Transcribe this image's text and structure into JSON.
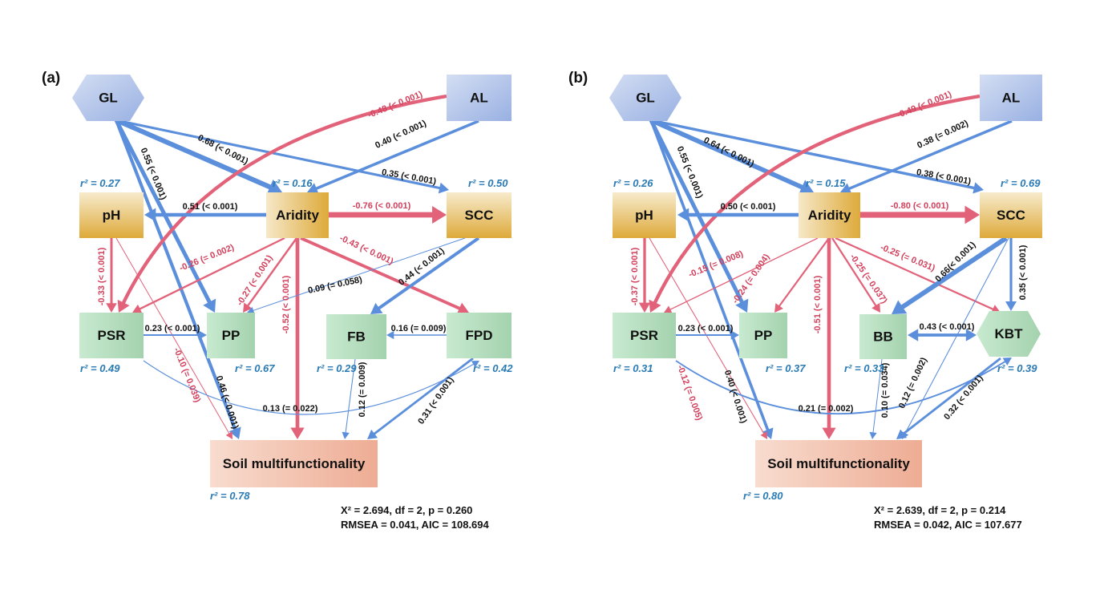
{
  "colors": {
    "positive": "#5b8fdc",
    "negative": "#e2627a",
    "negative_text": "#d2405c",
    "positive_text": "#111111",
    "r2_text": "#2a7bb5"
  },
  "panels": [
    {
      "id": "a",
      "label": "(a)",
      "nodes": [
        {
          "id": "GL",
          "label": "GL",
          "style": "blue"
        },
        {
          "id": "AL",
          "label": "AL",
          "style": "blue"
        },
        {
          "id": "pH",
          "label": "pH",
          "style": "gold",
          "r2": "r² = 0.27"
        },
        {
          "id": "Aridity",
          "label": "Aridity",
          "style": "gold-h",
          "r2": "r² = 0.16"
        },
        {
          "id": "SCC",
          "label": "SCC",
          "style": "gold",
          "r2": "r² = 0.50"
        },
        {
          "id": "PSR",
          "label": "PSR",
          "style": "green",
          "r2": "r² = 0.49"
        },
        {
          "id": "PP",
          "label": "PP",
          "style": "green",
          "r2": "r² = 0.67"
        },
        {
          "id": "FB",
          "label": "FB",
          "style": "green",
          "r2": "r² = 0.29"
        },
        {
          "id": "FPD",
          "label": "FPD",
          "style": "green",
          "r2": "r² = 0.42"
        },
        {
          "id": "Soil",
          "label": "Soil multifunctionality",
          "style": "soil",
          "r2": "r² = 0.78"
        }
      ],
      "edges": [
        {
          "from": "GL",
          "to": "Aridity",
          "label": "0.68 (< 0.001)",
          "sign": "positive"
        },
        {
          "from": "GL",
          "to": "SCC",
          "label": "0.35 (< 0.001)",
          "sign": "positive"
        },
        {
          "from": "GL",
          "to": "PP",
          "label": "0.55 (< 0.001)",
          "sign": "positive"
        },
        {
          "from": "GL",
          "to": "Soil",
          "label": "0.46 (< 0.001)",
          "sign": "positive"
        },
        {
          "from": "AL",
          "to": "Aridity",
          "label": "0.40 (< 0.001)",
          "sign": "positive"
        },
        {
          "from": "AL",
          "to": "PSR",
          "label": "-0.48 (< 0.001)",
          "sign": "negative"
        },
        {
          "from": "Aridity",
          "to": "pH",
          "label": "0.51 (< 0.001)",
          "sign": "positive"
        },
        {
          "from": "Aridity",
          "to": "SCC",
          "label": "-0.76 (< 0.001)",
          "sign": "negative"
        },
        {
          "from": "pH",
          "to": "PSR",
          "label": "-0.33 (< 0.001)",
          "sign": "negative"
        },
        {
          "from": "pH",
          "to": "Soil",
          "label": "-0.10 (= 0.039)",
          "sign": "negative"
        },
        {
          "from": "Aridity",
          "to": "PSR",
          "label": "-0.26 (= 0.002)",
          "sign": "negative"
        },
        {
          "from": "Aridity",
          "to": "PP",
          "label": "-0.27 (< 0.001)",
          "sign": "negative"
        },
        {
          "from": "Aridity",
          "to": "Soil",
          "label": "-0.52 (< 0.001)",
          "sign": "negative"
        },
        {
          "from": "Aridity",
          "to": "FPD",
          "label": "-0.43 (< 0.001)",
          "sign": "negative"
        },
        {
          "from": "SCC",
          "to": "PP",
          "label": "0.09 (= 0.058)",
          "sign": "positive"
        },
        {
          "from": "SCC",
          "to": "FB",
          "label": "0.44 (< 0.001)",
          "sign": "positive"
        },
        {
          "from": "PSR",
          "to": "PP",
          "label": "0.23 (< 0.001)",
          "sign": "positive"
        },
        {
          "from": "PSR",
          "to": "FPD",
          "label": "0.13 (= 0.022)",
          "sign": "positive"
        },
        {
          "from": "FPD",
          "to": "FB",
          "label": "0.16 (= 0.009)",
          "sign": "positive"
        },
        {
          "from": "FB",
          "to": "Soil",
          "label": "0.12 (= 0.009)",
          "sign": "positive"
        },
        {
          "from": "FPD",
          "to": "Soil",
          "label": "0.31 (< 0.001)",
          "sign": "positive"
        }
      ],
      "fit": {
        "line1": "X² = 2.694, df = 2, p = 0.260",
        "line2": "RMSEA = 0.041, AIC = 108.694"
      }
    },
    {
      "id": "b",
      "label": "(b)",
      "nodes": [
        {
          "id": "GL",
          "label": "GL",
          "style": "blue"
        },
        {
          "id": "AL",
          "label": "AL",
          "style": "blue"
        },
        {
          "id": "pH",
          "label": "pH",
          "style": "gold",
          "r2": "r² = 0.26"
        },
        {
          "id": "Aridity",
          "label": "Aridity",
          "style": "gold-h",
          "r2": "r² = 0.15"
        },
        {
          "id": "SCC",
          "label": "SCC",
          "style": "gold",
          "r2": "r² = 0.69"
        },
        {
          "id": "PSR",
          "label": "PSR",
          "style": "green",
          "r2": "r² = 0.31"
        },
        {
          "id": "PP",
          "label": "PP",
          "style": "green",
          "r2": "r² = 0.37"
        },
        {
          "id": "BB",
          "label": "BB",
          "style": "green",
          "r2": "r² = 0.33"
        },
        {
          "id": "KBT",
          "label": "KBT",
          "style": "green",
          "r2": "r² = 0.39"
        },
        {
          "id": "Soil",
          "label": "Soil multifunctionality",
          "style": "soil",
          "r2": "r² = 0.80"
        }
      ],
      "edges": [
        {
          "from": "GL",
          "to": "Aridity",
          "label": "0.64 (< 0.001)",
          "sign": "positive"
        },
        {
          "from": "GL",
          "to": "SCC",
          "label": "0.38 (< 0.001)",
          "sign": "positive"
        },
        {
          "from": "GL",
          "to": "PP",
          "label": "0.55 (< 0.001)",
          "sign": "positive"
        },
        {
          "from": "GL",
          "to": "Soil",
          "label": "0.40 (< 0.001)",
          "sign": "positive"
        },
        {
          "from": "AL",
          "to": "Aridity",
          "label": "0.38 (= 0.002)",
          "sign": "positive"
        },
        {
          "from": "AL",
          "to": "PSR",
          "label": "-0.49 (< 0.001)",
          "sign": "negative"
        },
        {
          "from": "Aridity",
          "to": "pH",
          "label": "0.50 (< 0.001)",
          "sign": "positive"
        },
        {
          "from": "Aridity",
          "to": "SCC",
          "label": "-0.80 (< 0.001)",
          "sign": "negative"
        },
        {
          "from": "pH",
          "to": "PSR",
          "label": "-0.37 (< 0.001)",
          "sign": "negative"
        },
        {
          "from": "pH",
          "to": "Soil",
          "label": "-0.12 (= 0.005)",
          "sign": "negative"
        },
        {
          "from": "Aridity",
          "to": "PSR",
          "label": "-0.15 (= 0.008)",
          "sign": "negative"
        },
        {
          "from": "Aridity",
          "to": "PP",
          "label": "-0.24 (= 0.004)",
          "sign": "negative"
        },
        {
          "from": "Aridity",
          "to": "Soil",
          "label": "-0.51 (< 0.001)",
          "sign": "negative"
        },
        {
          "from": "Aridity",
          "to": "BB",
          "label": "-0.25 (= 0.037)",
          "sign": "negative"
        },
        {
          "from": "Aridity",
          "to": "KBT",
          "label": "-0.25 (= 0.031)",
          "sign": "negative"
        },
        {
          "from": "SCC",
          "to": "BB",
          "label": "0.66(< 0.001)",
          "sign": "positive"
        },
        {
          "from": "SCC",
          "to": "KBT",
          "label": "0.35 (< 0.001)",
          "sign": "positive"
        },
        {
          "from": "SCC",
          "to": "Soil",
          "label": "0.12 (= 0.002)",
          "sign": "positive"
        },
        {
          "from": "PSR",
          "to": "PP",
          "label": "0.23 (< 0.001)",
          "sign": "positive"
        },
        {
          "from": "BB",
          "to": "KBT",
          "label": "0.43 (< 0.001)",
          "sign": "positive",
          "bidirectional": true
        },
        {
          "from": "PSR",
          "to": "KBT",
          "label": "0.21 (= 0.002)",
          "sign": "positive"
        },
        {
          "from": "BB",
          "to": "Soil",
          "label": "0.10 (= 0.034)",
          "sign": "positive"
        },
        {
          "from": "KBT",
          "to": "Soil",
          "label": "0.32 (< 0.001)",
          "sign": "positive"
        }
      ],
      "fit": {
        "line1": "X² = 2.639, df = 2, p = 0.214",
        "line2": "RMSEA = 0.042, AIC = 107.677"
      }
    }
  ]
}
